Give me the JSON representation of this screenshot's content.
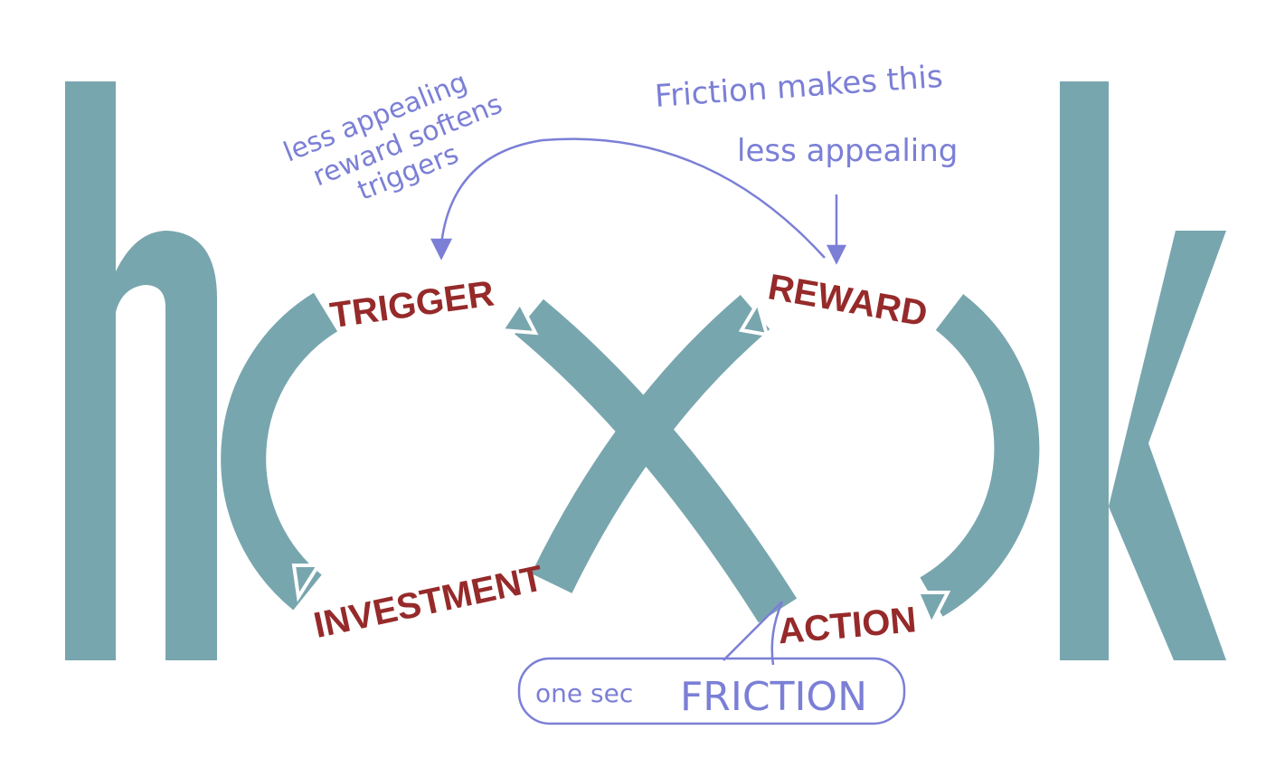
{
  "title_word": "hook",
  "stages": {
    "trigger": "TRIGGER",
    "action": "ACTION",
    "reward": "REWARD",
    "investment": "INVESTMENT"
  },
  "annotations": {
    "left_note": [
      "less appealing",
      "reward softens",
      "triggers"
    ],
    "right_note": [
      "Friction makes this",
      "less appealing"
    ],
    "friction_box_small": "one sec",
    "friction_box_large": "FRICTION"
  },
  "colors": {
    "teal": "#78a6ae",
    "label_red": "#962a2a",
    "pen_blue": "#7b7fd6"
  }
}
